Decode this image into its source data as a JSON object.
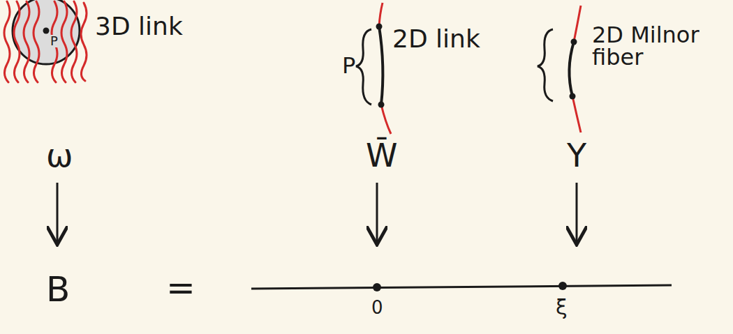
{
  "diagram": {
    "nodes": [
      {
        "text": [
          "P"
        ]
      }
    ],
    "labels": [
      "3D link",
      "P",
      "2D link",
      "2D Milnor fiber",
      "ω",
      "W̄",
      "Y",
      "B",
      "=",
      "0",
      "ξ"
    ]
  }
}
